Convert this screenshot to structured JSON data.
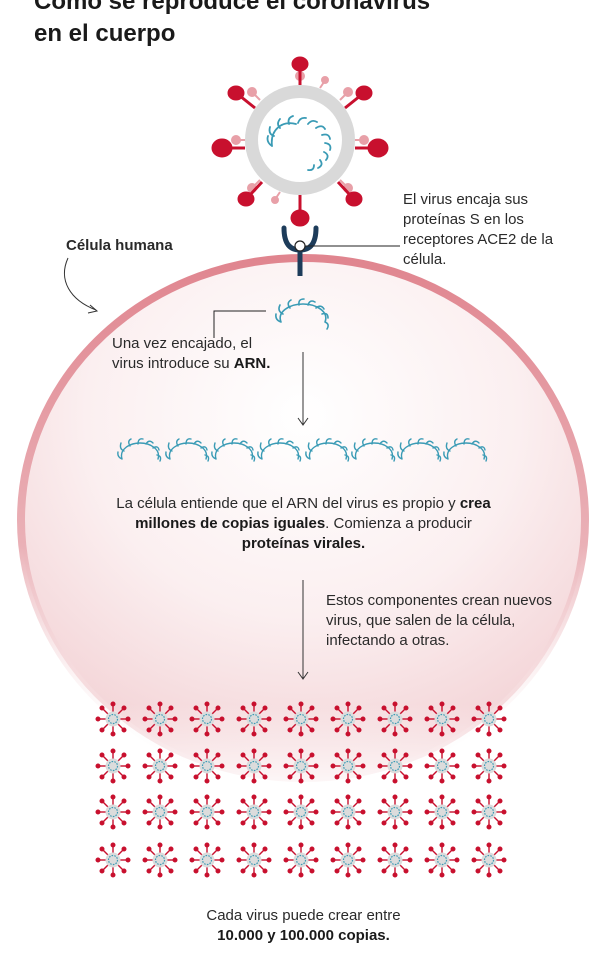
{
  "title": {
    "line1": "Cómo se reproduce el coronavirus",
    "line2": "en el cuerpo"
  },
  "labels": {
    "cell": "Célula humana"
  },
  "steps": {
    "ace2": "El virus encaja sus proteínas S en los receptores ACE2 de la célula.",
    "arn_intro": "Una vez encajado, el virus introduce su",
    "arn_bold": "ARN.",
    "copy_a": "La célula entiende que el ARN del virus es propio y ",
    "copy_bold1": "crea millones de copias iguales",
    "copy_b": ". Comienza a producir ",
    "copy_bold2": "proteínas virales.",
    "new_virus": "Estos componentes crean nuevos virus, que salen de la célula, infectando a otras.",
    "footer_a": "Cada virus puede crear entre",
    "footer_bold": "10.000 y 100.000 copias."
  },
  "colors": {
    "virus_red": "#c8102e",
    "virus_light_red": "#e8a0a8",
    "virus_body": "#d9d9d9",
    "rna_blue": "#3a9bb5",
    "receptor_navy": "#1d3c5a",
    "cell_fill": "#f6d8da",
    "cell_membrane": "#e49aa2"
  },
  "icons": {
    "virus": "coronavirus-icon",
    "rna": "rna-strand-icon",
    "receptor": "ace2-receptor-icon",
    "arrow": "arrow-down-icon"
  },
  "counts": {
    "rna_copies": 8,
    "virus_grid_rows": 4,
    "virus_grid_cols": 9
  }
}
